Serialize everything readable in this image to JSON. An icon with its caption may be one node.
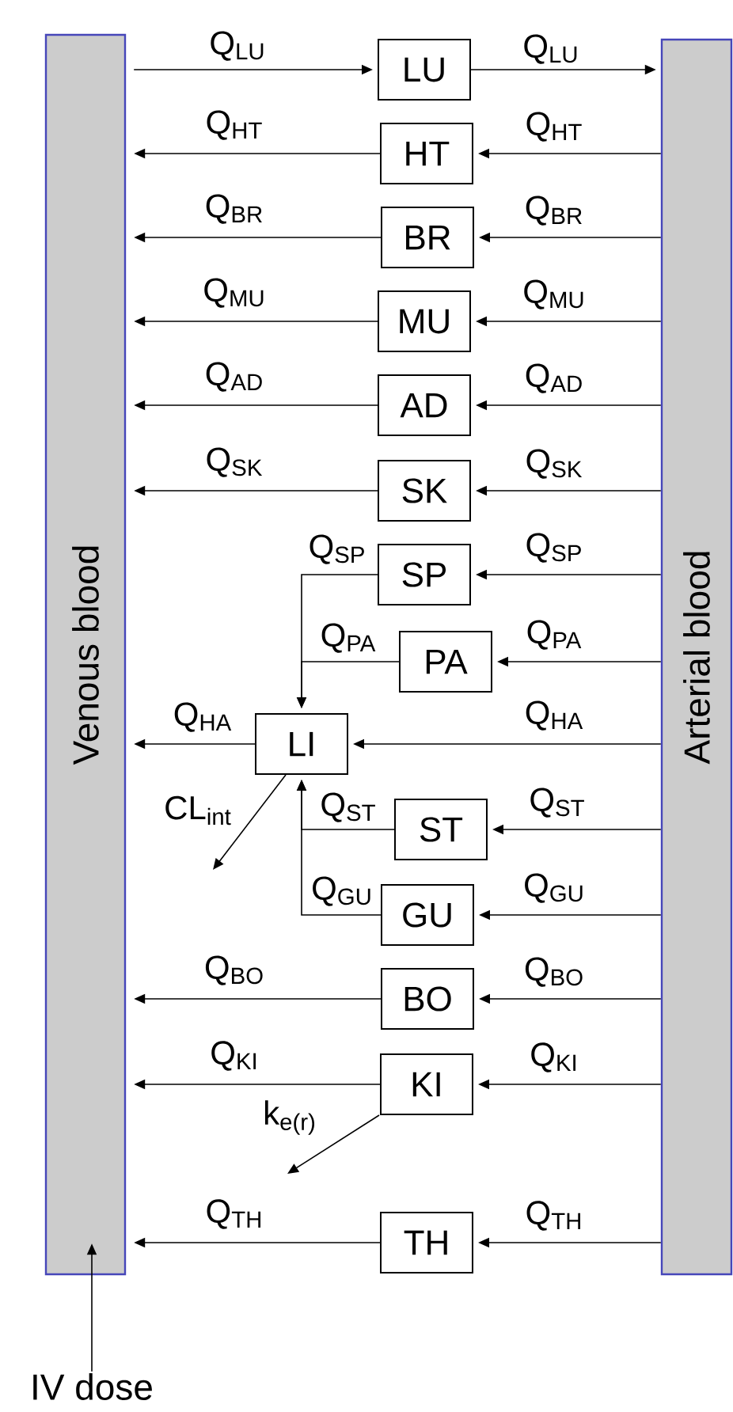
{
  "diagram": {
    "nodes": [
      {
        "text": [
          "Venous blood"
        ]
      },
      {
        "text": [
          "Arterial blood"
        ]
      },
      {
        "text": [
          "LU"
        ]
      },
      {
        "text": [
          "HT"
        ]
      },
      {
        "text": [
          "BR"
        ]
      },
      {
        "text": [
          "MU"
        ]
      },
      {
        "text": [
          "AD"
        ]
      },
      {
        "text": [
          "SK"
        ]
      },
      {
        "text": [
          "SP"
        ]
      },
      {
        "text": [
          "PA"
        ]
      },
      {
        "text": [
          "LI"
        ]
      },
      {
        "text": [
          "ST"
        ]
      },
      {
        "text": [
          "GU"
        ]
      },
      {
        "text": [
          "BO"
        ]
      },
      {
        "text": [
          "KI"
        ]
      },
      {
        "text": [
          "TH"
        ]
      },
      {
        "text": [
          "IV dose"
        ]
      }
    ],
    "edges": [
      {
        "from": 0,
        "to": 2,
        "arrow": "to",
        "label": "Q$_{LU}$"
      },
      {
        "from": 2,
        "to": 1,
        "arrow": "to",
        "label": "Q$_{LU}$"
      },
      {
        "from": 1,
        "to": 3,
        "arrow": "to",
        "label": "Q$_{HT}$"
      },
      {
        "from": 3,
        "to": 0,
        "arrow": "to",
        "label": "Q$_{HT}$"
      },
      {
        "from": 1,
        "to": 4,
        "arrow": "to",
        "label": "Q$_{BR}$"
      },
      {
        "from": 4,
        "to": 0,
        "arrow": "to",
        "label": "Q$_{BR}$"
      },
      {
        "from": 1,
        "to": 5,
        "arrow": "to",
        "label": "Q$_{MU}$"
      },
      {
        "from": 5,
        "to": 0,
        "arrow": "to",
        "label": "Q$_{MU}$"
      },
      {
        "from": 1,
        "to": 6,
        "arrow": "to",
        "label": "Q$_{AD}$"
      },
      {
        "from": 6,
        "to": 0,
        "arrow": "to",
        "label": "Q$_{AD}$"
      },
      {
        "from": 1,
        "to": 7,
        "arrow": "to",
        "label": "Q$_{SK}$"
      },
      {
        "from": 7,
        "to": 0,
        "arrow": "to",
        "label": "Q$_{SK}$"
      },
      {
        "from": 1,
        "to": 8,
        "arrow": "to",
        "label": "Q$_{SP}$"
      },
      {
        "from": 8,
        "to": 10,
        "arrow": "to",
        "label": "Q$_{SP}$"
      },
      {
        "from": 1,
        "to": 9,
        "arrow": "to",
        "label": "Q$_{PA}$"
      },
      {
        "from": 9,
        "to": 10,
        "arrow": "to",
        "label": "Q$_{PA}$"
      },
      {
        "from": 1,
        "to": 10,
        "arrow": "to",
        "label": "Q$_{HA}$"
      },
      {
        "from": 10,
        "to": 0,
        "arrow": "to",
        "label": "Q$_{HA}$"
      },
      {
        "from": 10,
        "to": null,
        "arrow": "to",
        "label": "CL$_{int}$"
      },
      {
        "from": 1,
        "to": 11,
        "arrow": "to",
        "label": "Q$_{ST}$"
      },
      {
        "from": 11,
        "to": 10,
        "arrow": "to",
        "label": "Q$_{ST}$"
      },
      {
        "from": 1,
        "to": 12,
        "arrow": "to",
        "label": "Q$_{GU}$"
      },
      {
        "from": 12,
        "to": 10,
        "arrow": "to",
        "label": "Q$_{GU}$"
      },
      {
        "from": 1,
        "to": 13,
        "arrow": "to",
        "label": "Q$_{BO}$"
      },
      {
        "from": 13,
        "to": 0,
        "arrow": "to",
        "label": "Q$_{BO}$"
      },
      {
        "from": 1,
        "to": 14,
        "arrow": "to",
        "label": "Q$_{KI}$"
      },
      {
        "from": 14,
        "to": 0,
        "arrow": "to",
        "label": "Q$_{KI}$"
      },
      {
        "from": 14,
        "to": null,
        "arrow": "to",
        "label": "k$_{e(r)}$"
      },
      {
        "from": 1,
        "to": 15,
        "arrow": "to",
        "label": "Q$_{TH}$"
      },
      {
        "from": 15,
        "to": 0,
        "arrow": "to",
        "label": "Q$_{TH}$"
      },
      {
        "from": 16,
        "to": 0,
        "arrow": "to"
      }
    ]
  }
}
